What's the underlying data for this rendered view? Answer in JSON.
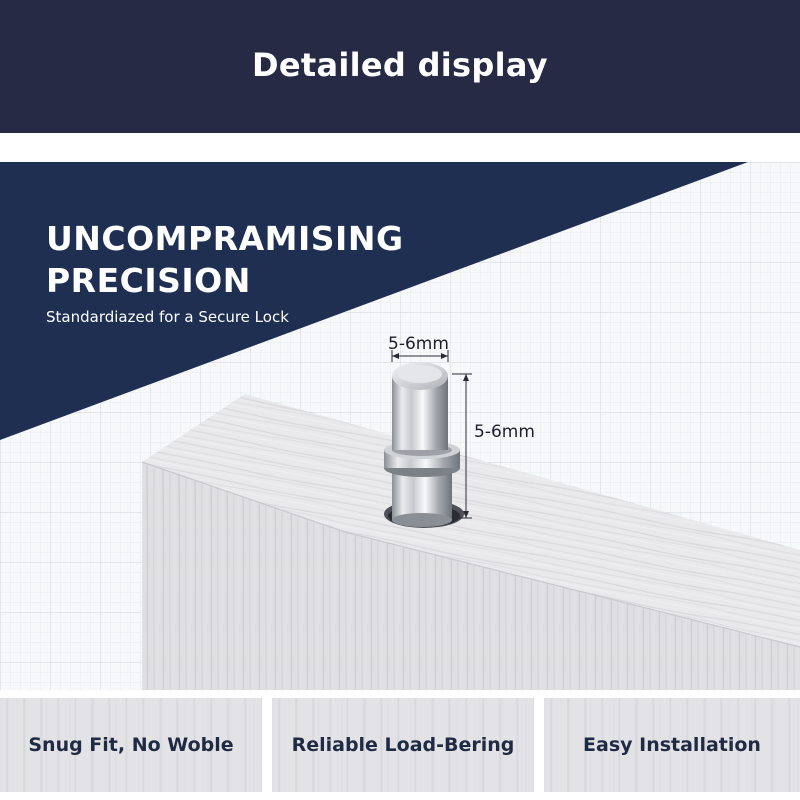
{
  "header": {
    "title": "Detailed display",
    "background": "#272a44"
  },
  "hero": {
    "title_line1": "UNCOMPRAMISING",
    "title_line2": "PRECISION",
    "subtitle": "Standardiazed for a Secure Lock",
    "banner_color": "#1f2f52"
  },
  "dimensions": {
    "diameter": "5-6mm",
    "height": "5-6mm"
  },
  "features": [
    {
      "label": "Snug Fit, No Woble"
    },
    {
      "label": "Reliable Load-Bering"
    },
    {
      "label": "Easy Installation"
    }
  ],
  "icons": [
    "shelf-pin-icon"
  ]
}
